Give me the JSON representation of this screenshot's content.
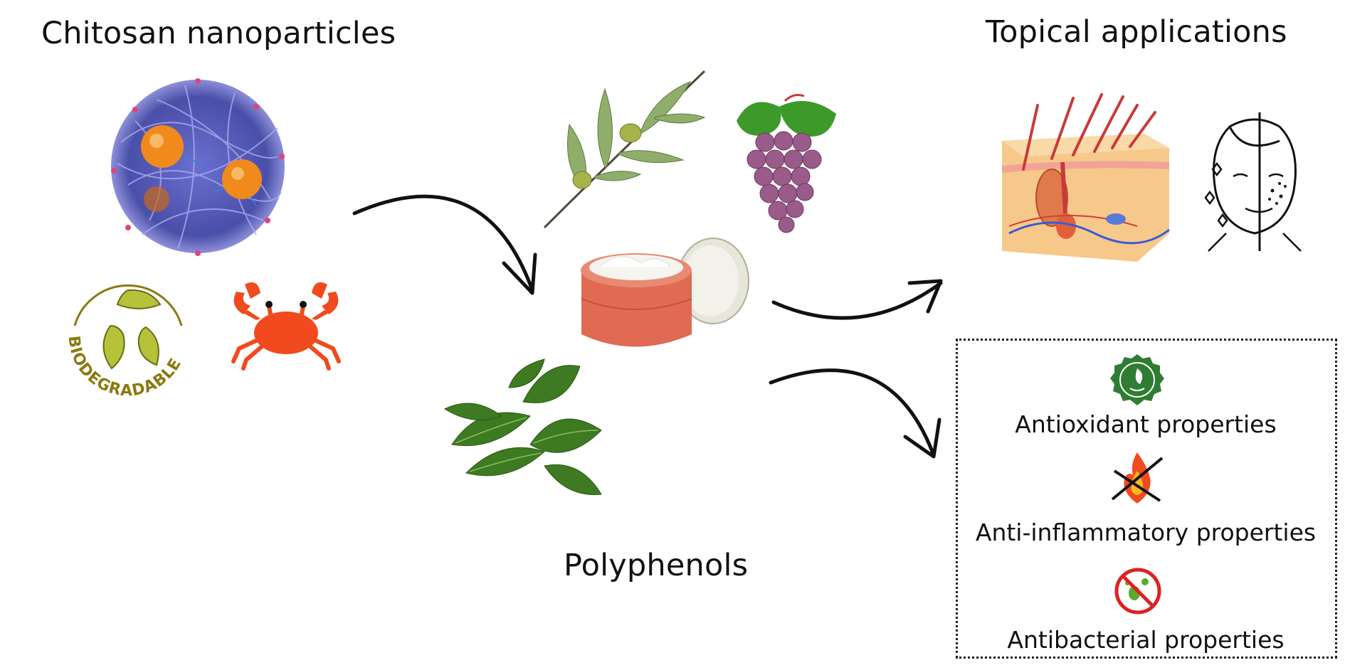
{
  "titles": {
    "chitosan": "Chitosan nanoparticles",
    "topical": "Topical applications",
    "polyphenols": "Polyphenols"
  },
  "badge": {
    "biodegradable_text": "BIODEGRADABLE"
  },
  "properties": [
    {
      "label": "Antioxidant properties",
      "icon": "antioxidant-badge-icon"
    },
    {
      "label": "Anti-inflammatory properties",
      "icon": "crossed-fire-icon"
    },
    {
      "label": "Antibacterial properties",
      "icon": "no-bacteria-icon"
    }
  ],
  "colors": {
    "nanoparticle_blue": "#4a4fa8",
    "orange": "#f08a1c",
    "badge_green": "#8a7a10",
    "crab_red": "#f04a1e",
    "jar": "#e06a52",
    "leaf_green": "#3d8a2a",
    "grape": "#9a5a8a",
    "skin": "#f6c98a",
    "antioxidant_green": "#2f7d32",
    "prohibit_red": "#e02020"
  }
}
